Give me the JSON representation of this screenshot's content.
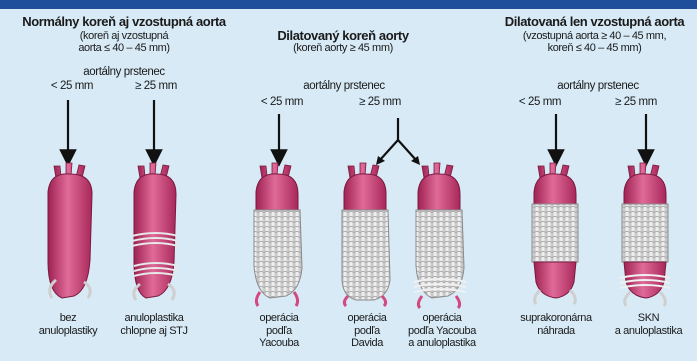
{
  "groups": [
    {
      "title": "Normálny koreň aj vzostupná aorta",
      "subtitle_lines": [
        "(koreň aj vzostupná",
        "aorta ≤ 40 – 45 mm)"
      ],
      "ring_label": "aortálny prstenec",
      "ring_sizes": [
        "< 25 mm",
        "≥ 25 mm"
      ]
    },
    {
      "title": "Dilatovaný koreň aorty",
      "subtitle_lines": [
        "(koreň aorty ≥ 45 mm)"
      ],
      "ring_label": "aortálny prstenec",
      "ring_sizes": [
        "< 25 mm",
        "≥ 25 mm"
      ]
    },
    {
      "title": "Dilatovaná len vzostupná aorta",
      "subtitle_lines": [
        "(vzostupná aorta ≥ 40 – 45 mm,",
        "koreň ≤ 40 – 45 mm)"
      ],
      "ring_label": "aortálny prstenec",
      "ring_sizes": [
        "< 25 mm",
        "≥ 25 mm"
      ]
    }
  ],
  "captions": [
    [
      "bez",
      "anuloplastiky"
    ],
    [
      "anuloplastika",
      "chlopne aj STJ"
    ],
    [
      "operácia",
      "podľa",
      "Yacouba"
    ],
    [
      "operácia",
      "podľa",
      "Davida"
    ],
    [
      "operácia",
      "podľa Yacouba",
      "a anuloplastika"
    ],
    [
      "suprakoronárna",
      "náhrada"
    ],
    [
      "SKN",
      "a anuloplastika"
    ]
  ],
  "colors": {
    "header_band": "#1f4e9a",
    "background": "#d7eaf6",
    "aorta": "#d2427c",
    "graft": "#e6e6e6",
    "arrow": "#111111"
  }
}
